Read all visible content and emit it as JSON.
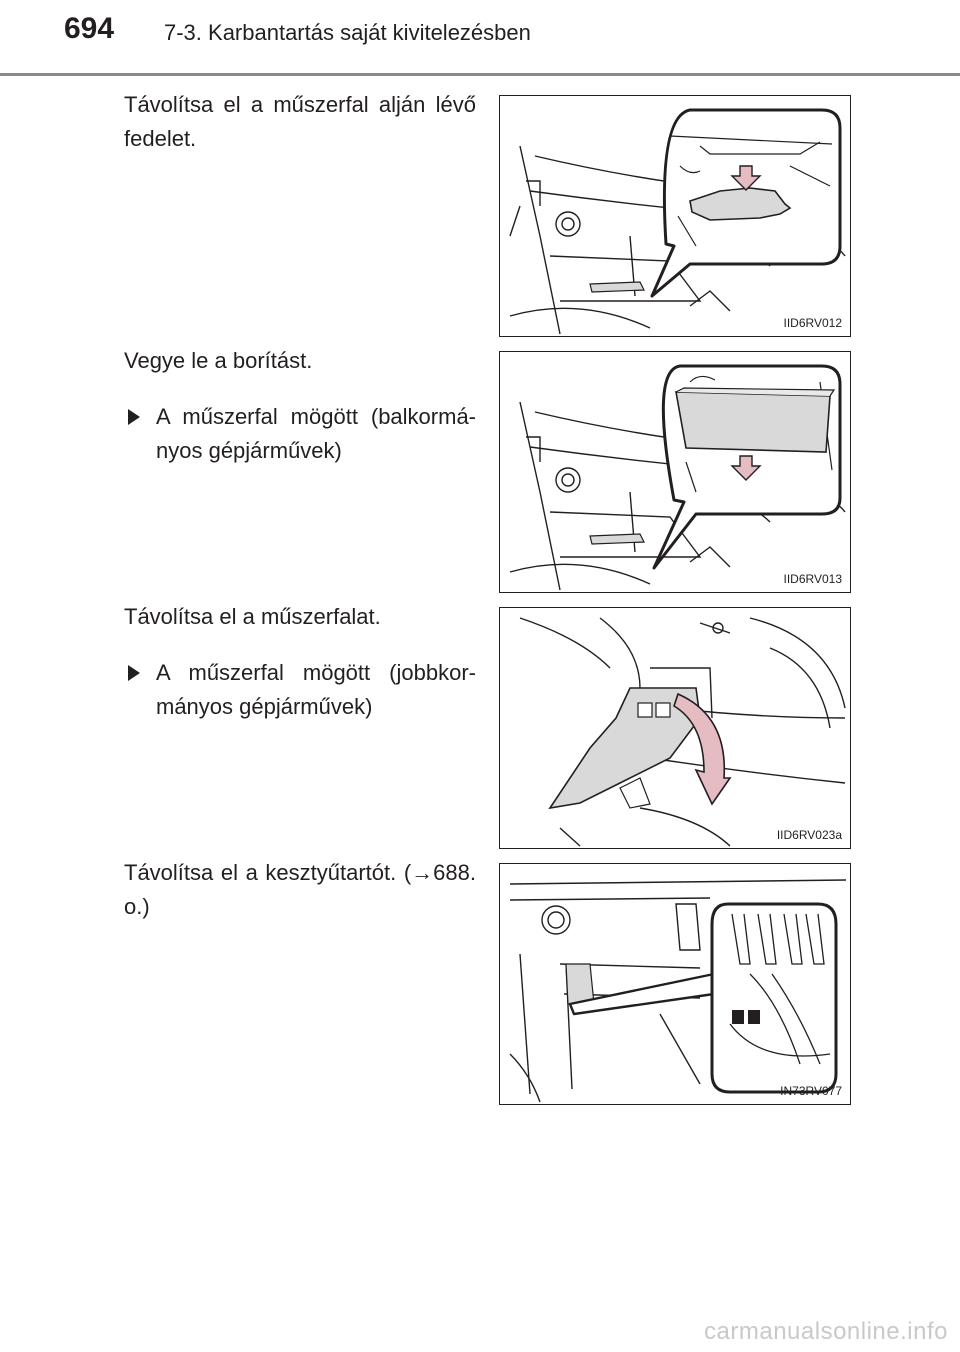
{
  "header": {
    "page_number": "694",
    "section_title": "7-3. Karbantartás saját kivitelezésben"
  },
  "steps": [
    {
      "text": "Távolítsa el a műszerfal alján lévő fedelet.",
      "figure_code": "IID6RV012"
    },
    {
      "text": "Vegye le a borítást.",
      "sub_text": "A műszerfal mögött (balkormá-nyos gépjárművek)",
      "figure_code": "IID6RV013"
    },
    {
      "text": "Távolítsa el a műszerfalat.",
      "sub_text": "A műszerfal mögött (jobbkor-mányos gépjárművek)",
      "figure_code": "IID6RV023a"
    },
    {
      "text": "Távolítsa el a kesztyűtartót. (→688. o.)",
      "figure_code": "IN73RV077"
    }
  ],
  "watermark": "carmanualsonline.info",
  "colors": {
    "text": "#231f20",
    "rule": "#8a8a8a",
    "figure_fill": "#d9d9d9",
    "arrow_fill": "#e6bcc3"
  }
}
